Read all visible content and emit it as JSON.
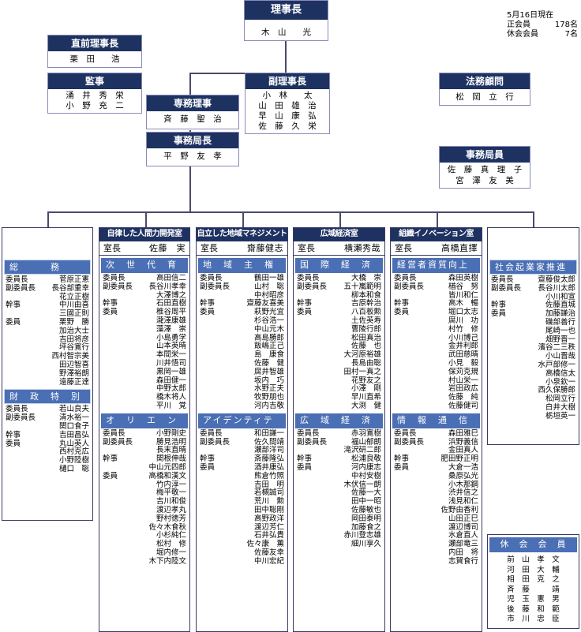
{
  "info": {
    "date": "5月16日現在",
    "regular_label": "正会員",
    "regular_count": "178名",
    "leave_label": "休会会員",
    "leave_count": "7名"
  },
  "chairman": {
    "title": "理事長",
    "name": "木　山　　光"
  },
  "past_chairman": {
    "title": "直前理事長",
    "name": "栗　田　　浩"
  },
  "auditor": {
    "title": "監事",
    "names": [
      "涌　井　秀　栄",
      "小　野　充　二"
    ]
  },
  "vice": {
    "title": "副理事長",
    "names": [
      "小　林　　太",
      "山　田　雄　治",
      "早　山　康　弘",
      "佐　藤　久　栄"
    ]
  },
  "managing": {
    "title": "専務理事",
    "name": "斉　藤　聖　治"
  },
  "secretary_general": {
    "title": "事務局長",
    "name": "平　野　友　孝"
  },
  "legal": {
    "title": "法務顧問",
    "name": "松　岡　立　行"
  },
  "staff": {
    "title": "事務局員",
    "names": [
      "佐　藤　真　理　子",
      "宮　澤　友　美"
    ]
  },
  "columns": [
    {
      "id": "general",
      "header": "",
      "head_role": "",
      "head_name": "",
      "sections": [
        {
          "title": "総　　　務",
          "rows": [
            [
              "委員長",
              "菅原正憲"
            ],
            [
              "副委員長",
              "長谷部重幸"
            ],
            [
              "",
              "花立正樹"
            ],
            [
              "幹事",
              "中川由喜"
            ],
            [
              "",
              "三國正則"
            ],
            [
              "委員",
              "栗野　勝"
            ],
            [
              "",
              "加治大士"
            ],
            [
              "",
              "吉田将彦"
            ],
            [
              "",
              "坪谷寛行"
            ],
            [
              "",
              "西村智宗美"
            ],
            [
              "",
              "田辺智喜"
            ],
            [
              "",
              "野澤裕朗"
            ],
            [
              "",
              "遠藤正達"
            ]
          ]
        },
        {
          "title": "財　政　特　別",
          "rows": [
            [
              "委員長",
              "若山良夫"
            ],
            [
              "副委員長",
              "清水裕一"
            ],
            [
              "",
              "関口食子"
            ],
            [
              "幹事",
              "吉田昌弘"
            ],
            [
              "委員",
              "丸山英人"
            ],
            [
              "",
              "西村克広"
            ],
            [
              "",
              "小野陸樹"
            ],
            [
              "",
              "樋口　聡"
            ]
          ]
        }
      ]
    },
    {
      "id": "c1",
      "header": "自律した人間力開発室",
      "head_role": "室長",
      "head_name": "佐藤　実",
      "sections": [
        {
          "title": "次　世　代　育　成",
          "rows": [
            [
              "委員長",
              "高田信二"
            ],
            [
              "副委員長",
              "長谷川孝幸"
            ],
            [
              "",
              "大澤博之"
            ],
            [
              "幹事",
              "石田直樹"
            ],
            [
              "委員",
              "椎谷周平"
            ],
            [
              "",
              "瀧澤康雄"
            ],
            [
              "",
              "藻澤　崇"
            ],
            [
              "",
              "小島勇学"
            ],
            [
              "",
              "山本英晴"
            ],
            [
              "",
              "本間栄一"
            ],
            [
              "",
              "川井悟司"
            ],
            [
              "",
              "黒岡一雄"
            ],
            [
              "",
              "森田健一"
            ],
            [
              "",
              "中野太郎"
            ],
            [
              "",
              "橋木将人"
            ],
            [
              "",
              "平川　覚"
            ]
          ]
        },
        {
          "title": "オ　リ　エ　ン",
          "rows": [
            [
              "委員長",
              "小野剛史"
            ],
            [
              "副委員長",
              "勝見浩明"
            ],
            [
              "",
              "長末直晴"
            ],
            [
              "幹事",
              "関根伸哉"
            ],
            [
              "",
              "中山元四郎"
            ],
            [
              "委員",
              "高橋和漢文"
            ],
            [
              "",
              "竹内淳一"
            ],
            [
              "",
              "梅平敬一"
            ],
            [
              "",
              "吉川和俊"
            ],
            [
              "",
              "渡辺孝丸"
            ],
            [
              "",
              "野村徳芳"
            ],
            [
              "",
              "佐々木食秋"
            ],
            [
              "",
              "小杉純仁"
            ],
            [
              "",
              "松村　修"
            ],
            [
              "",
              "堀内修一"
            ],
            [
              "",
              "木下内陸文"
            ]
          ]
        }
      ]
    },
    {
      "id": "c2",
      "header": "自立した地域マネジメント室",
      "head_role": "室長",
      "head_name": "齋藤健志",
      "sections": [
        {
          "title": "地　域　主　権　協　働",
          "rows": [
            [
              "委員長",
              "鶴田一雄"
            ],
            [
              "副委員長",
              "山村　聡"
            ],
            [
              "",
              "中村昭彦"
            ],
            [
              "幹事",
              "齋藤友喜美"
            ],
            [
              "委員",
              "萩野光宜"
            ],
            [
              "",
              "杉谷浩一"
            ],
            [
              "",
              "中山元木"
            ],
            [
              "",
              "高島勝郎"
            ],
            [
              "",
              "飯嶋正己"
            ],
            [
              "",
              "島　康食"
            ],
            [
              "",
              "佐藤　健"
            ],
            [
              "",
              "腐井智雄"
            ],
            [
              "",
              "坂内　巧"
            ],
            [
              "",
              "水野正夫"
            ],
            [
              "",
              "牧野朋也"
            ],
            [
              "",
              "河内吉敬"
            ]
          ]
        },
        {
          "title": "アイデンティティ推進",
          "rows": [
            [
              "委員長",
              "和田謙一"
            ],
            [
              "副委員長",
              "佐久間靖"
            ],
            [
              "",
              "瀬部洋司"
            ],
            [
              "幹事",
              "斎藤隆弘"
            ],
            [
              "委員",
              "酒井康弘"
            ],
            [
              "",
              "熊倉竹照"
            ],
            [
              "",
              "吉田　明"
            ],
            [
              "",
              "若槻誠司"
            ],
            [
              "",
              "荒川　勲"
            ],
            [
              "",
              "田中聡剛"
            ],
            [
              "",
              "高野政洋"
            ],
            [
              "",
              "渡辺芳仁"
            ],
            [
              "",
              "石井弘貴"
            ],
            [
              "",
              "佐々康　薫"
            ],
            [
              "",
              "佐藤友幸"
            ],
            [
              "",
              "中川宏紀"
            ]
          ]
        }
      ]
    },
    {
      "id": "c3",
      "header": "広域経済室",
      "head_role": "室長",
      "head_name": "横瀬秀哉",
      "sections": [
        {
          "title": "国　際　経　済",
          "rows": [
            [
              "委員長",
              "大橋　崇"
            ],
            [
              "副委員長",
              "五十嵐範明"
            ],
            [
              "",
              "柳本和食"
            ],
            [
              "幹事",
              "吉原幹治"
            ],
            [
              "委員",
              "八百板勲"
            ],
            [
              "",
              "土佐英寿"
            ],
            [
              "",
              "曹陵行郎"
            ],
            [
              "",
              "松田真治"
            ],
            [
              "",
              "佐藤　也"
            ],
            [
              "",
              "大河原裕雄"
            ],
            [
              "",
              "長島由聡"
            ],
            [
              "",
              "田村一真之"
            ],
            [
              "",
              "花野友之"
            ],
            [
              "",
              "小澤　剛"
            ],
            [
              "",
              "早川直希"
            ],
            [
              "",
              "大渕　健"
            ]
          ]
        },
        {
          "title": "広　域　経　済",
          "rows": [
            [
              "委員長",
              "赤羽寛樹"
            ],
            [
              "副委員長",
              "福山郁朗"
            ],
            [
              "",
              "滝沢研二郎"
            ],
            [
              "幹事",
              "松浦良敬"
            ],
            [
              "委員",
              "河内康志"
            ],
            [
              "",
              "中村安樹"
            ],
            [
              "",
              "木伏信一朗"
            ],
            [
              "",
              "佐藤一大"
            ],
            [
              "",
              "田中一昭"
            ],
            [
              "",
              "佐藤敏也"
            ],
            [
              "",
              "岡田泰明"
            ],
            [
              "",
              "加藤食之"
            ],
            [
              "",
              "赤川登志雄"
            ],
            [
              "",
              "細川享久"
            ]
          ]
        }
      ]
    },
    {
      "id": "c4",
      "header": "組織イノベーション室",
      "head_role": "室長",
      "head_name": "高橋直擇",
      "sections": [
        {
          "title": "経営者資質向上",
          "rows": [
            [
              "委員長",
              "森田英樹"
            ],
            [
              "副委員長",
              "楢谷　努"
            ],
            [
              "",
              "皆川和仁"
            ],
            [
              "幹事",
              "高木　暢"
            ],
            [
              "委員",
              "堀口太志"
            ],
            [
              "",
              "腐川　功"
            ],
            [
              "",
              "村竹　修"
            ],
            [
              "",
              "小川博己"
            ],
            [
              "",
              "金井利郎"
            ],
            [
              "",
              "武田慈晴"
            ],
            [
              "",
              "小見　毅"
            ],
            [
              "",
              "保苅克規"
            ],
            [
              "",
              "村山栄一"
            ],
            [
              "",
              "岩田政広"
            ],
            [
              "",
              "佐藤　純"
            ],
            [
              "",
              "佐藤健司"
            ]
          ]
        },
        {
          "title": "情　報　通　信　戦　略",
          "rows": [
            [
              "委員長",
              "森田雅巳"
            ],
            [
              "副委員長",
              "浜野義信"
            ],
            [
              "",
              "金田真人"
            ],
            [
              "幹事",
              "肥田野正明"
            ],
            [
              "委員",
              "大倉一浩"
            ],
            [
              "",
              "桑原弘光"
            ],
            [
              "",
              "小木那鋼"
            ],
            [
              "",
              "渋井信之"
            ],
            [
              "",
              "浅見和仁"
            ],
            [
              "",
              "佐野由香利"
            ],
            [
              "",
              "山田正巳"
            ],
            [
              "",
              "渡辺博司"
            ],
            [
              "",
              "水倉直人"
            ],
            [
              "",
              "瀬部竜三"
            ],
            [
              "",
              "内田　将"
            ],
            [
              "",
              "志賀食行"
            ]
          ]
        }
      ]
    },
    {
      "id": "social",
      "header": "",
      "head_role": "",
      "head_name": "",
      "sections": [
        {
          "title": "社会起業家推進会議",
          "rows": [
            [
              "委員長",
              "齋藤俊太郎"
            ],
            [
              "副委員長",
              "長谷川太郎"
            ],
            [
              "",
              "小川和宣"
            ],
            [
              "幹事",
              "佐藤直城"
            ],
            [
              "委員",
              "加藤謙治"
            ],
            [
              "",
              "磯部善行"
            ],
            [
              "",
              "尾崎一也"
            ],
            [
              "",
              "畑野晋一"
            ],
            [
              "",
              "濱谷二三秩"
            ],
            [
              "",
              "小山晋哉"
            ],
            [
              "",
              "水戸部修一"
            ],
            [
              "",
              "高橋信太"
            ],
            [
              "",
              "小泉欽一"
            ],
            [
              "",
              "西久保勝郎"
            ],
            [
              "",
              "松岡立行"
            ],
            [
              "",
              "白井大樹"
            ],
            [
              "",
              "栃垣英一"
            ]
          ]
        }
      ]
    }
  ],
  "leave_members": {
    "title": "休　会　会　員",
    "names": [
      "前　山　孝　文",
      "河　田　大　輔",
      "相　田　克　之",
      "斉　藤　　　靖",
      "児　玉　憲　男",
      "後　藤　和　範",
      "市　川　忠　臣"
    ]
  }
}
